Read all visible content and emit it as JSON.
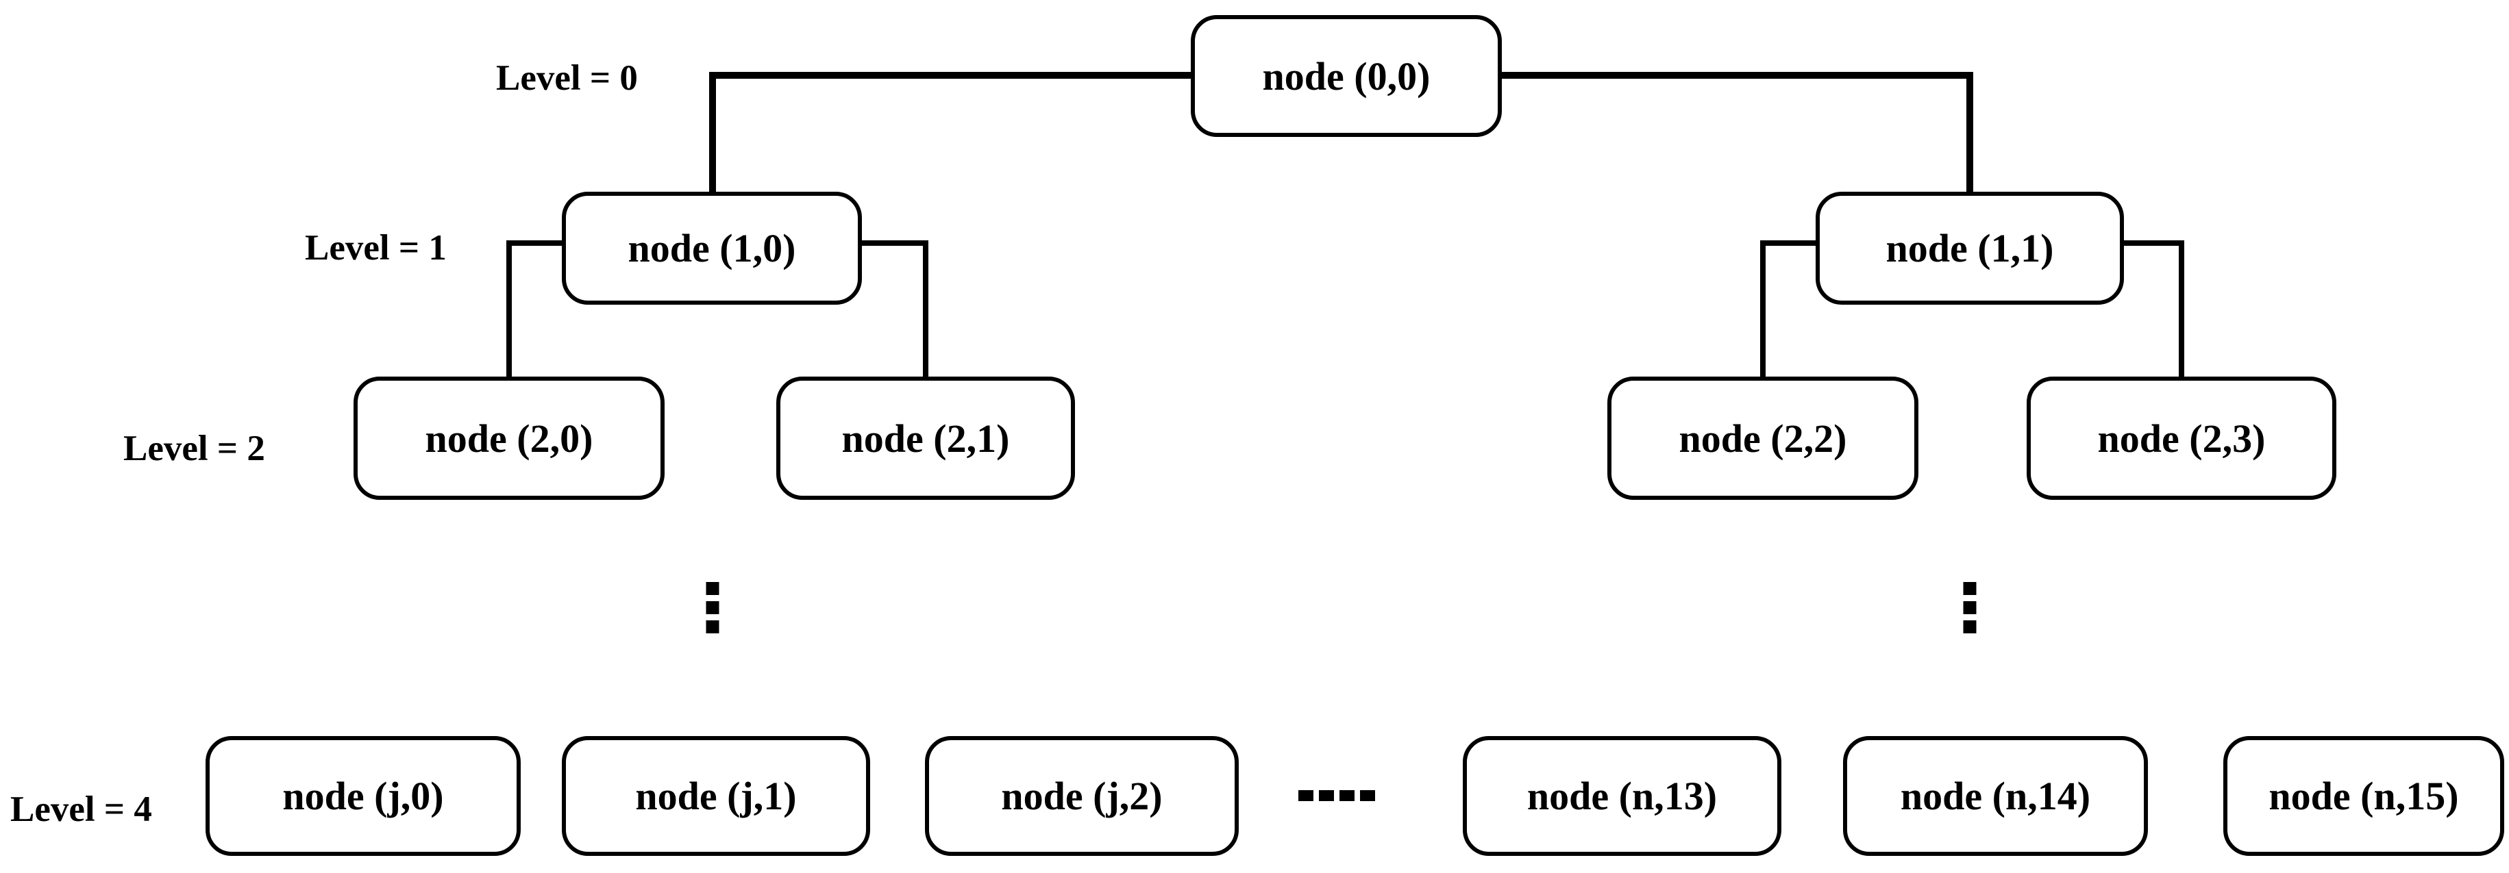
{
  "diagram": {
    "background_color": "#ffffff",
    "line_color": "#000000",
    "levels": [
      {
        "label": "Level = 0",
        "nodes": [
          "node (0,0)"
        ]
      },
      {
        "label": "Level = 1",
        "nodes": [
          "node (1,0)",
          "node (1,1)"
        ]
      },
      {
        "label": "Level = 2",
        "nodes": [
          "node (2,0)",
          "node (2,1)",
          "node (2,2)",
          "node (2,3)"
        ]
      },
      {
        "label": "Level = 4",
        "nodes": [
          "node (j,0)",
          "node (j,1)",
          "node (j,2)",
          "node (n,13)",
          "node (n,14)",
          "node (n,15)"
        ]
      }
    ],
    "vertical_ellipsis": "⋮",
    "horizontal_ellipsis": "----"
  }
}
